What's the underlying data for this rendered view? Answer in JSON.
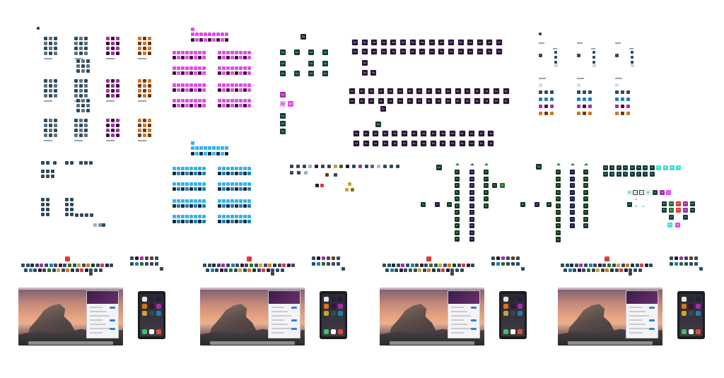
{
  "board": {
    "title": "Lightroom icon exploration board",
    "background": "#ffffff"
  },
  "icon_text": {
    "lr": "Lr",
    "ps": "Ps",
    "ai": "Ai",
    "id": "Id",
    "ae": "Ae",
    "sd": "Sd"
  },
  "palette": {
    "slate": "#2f4a5c",
    "slate_light": "#5a7384",
    "dark": "#1e2a33",
    "magenta": "#e24ce8",
    "magenta_dark": "#a62bb0",
    "plum": "#3a1636",
    "sky": "#31b4ee",
    "sky_dark": "#1e7fb3",
    "navy": "#1b2a3a",
    "teal_dark": "#173b3a",
    "teal": "#2f8a7a",
    "purple_dark": "#2b1433",
    "green_dark": "#15381f",
    "green": "#2c6b2e",
    "indigo": "#1f1d4a",
    "aqua": "#4ae0cc",
    "orange": "#d9731a",
    "red": "#e0393a",
    "gold": "#c8a431",
    "brown": "#6a3a1a"
  },
  "mockups": {
    "desktop_screen": "macOS desktop with Lightroom CC app window",
    "phone_screen": "iOS home screen with app icons",
    "app_window_title": ""
  }
}
